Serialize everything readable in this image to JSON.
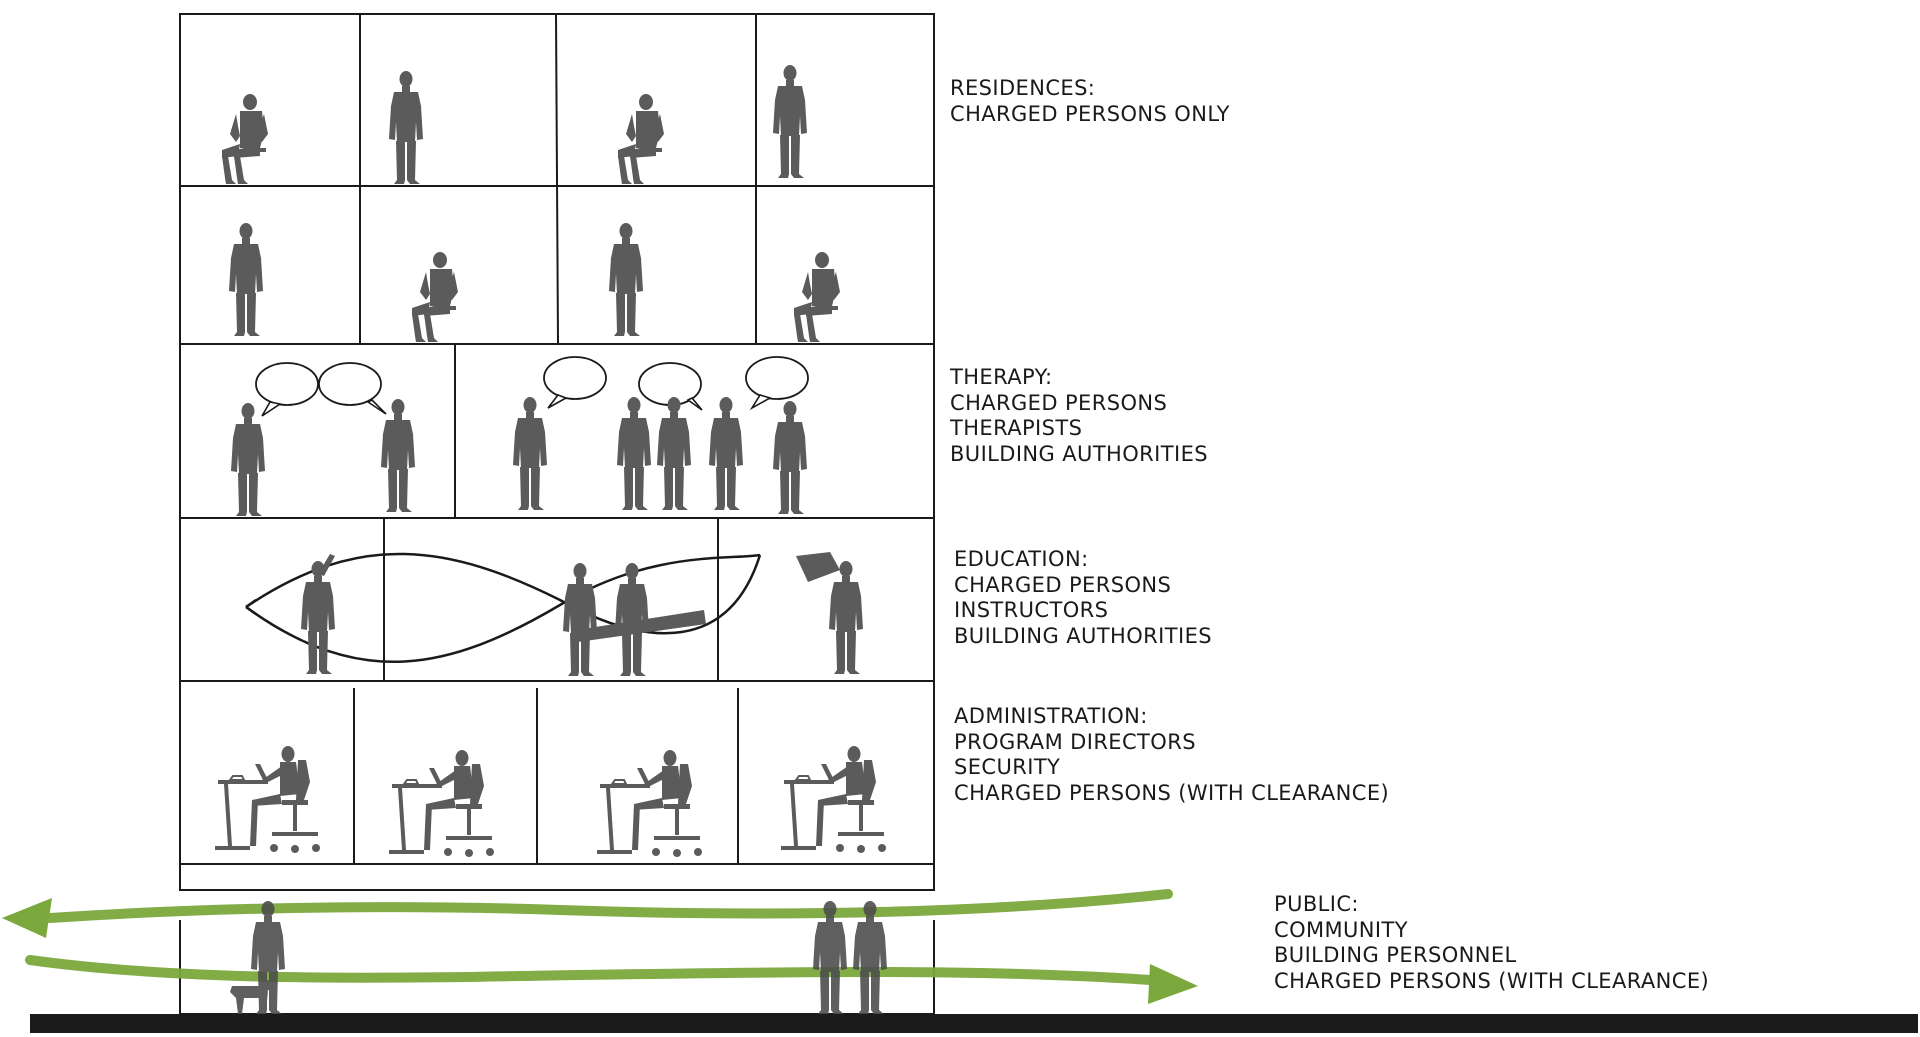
{
  "colors": {
    "line": "#1a1a1a",
    "figure": "#5b5b5b",
    "flow_arrow": "#7aa83c",
    "ground": "#1b1b1b",
    "background": "#ffffff"
  },
  "floors": [
    {
      "id": "residences",
      "heading": "RESIDENCES:",
      "occupants": [
        "CHARGED PERSONS ONLY"
      ],
      "figures": [
        "sitting-person-icon",
        "standing-person-icon"
      ]
    },
    {
      "id": "therapy",
      "heading": "THERAPY:",
      "occupants": [
        "CHARGED PERSONS",
        "THERAPISTS",
        "BUILDING AUTHORITIES"
      ],
      "figures": [
        "standing-person-icon",
        "speech-bubble-icon"
      ]
    },
    {
      "id": "education",
      "heading": "EDUCATION:",
      "occupants": [
        "CHARGED PERSONS",
        "INSTRUCTORS",
        "BUILDING AUTHORITIES"
      ],
      "figures": [
        "worker-person-icon",
        "carrying-beam-icon"
      ]
    },
    {
      "id": "administration",
      "heading": "ADMINISTRATION:",
      "occupants": [
        "PROGRAM DIRECTORS",
        "SECURITY",
        "CHARGED PERSONS (WITH CLEARANCE)"
      ],
      "figures": [
        "desk-worker-icon"
      ]
    },
    {
      "id": "public",
      "heading": "PUBLIC:",
      "occupants": [
        "COMMUNITY",
        "BUILDING PERSONNEL",
        "CHARGED PERSONS (WITH CLEARANCE)"
      ],
      "figures": [
        "person-walking-dog-icon",
        "couple-walking-icon",
        "flow-arrow-left-icon",
        "flow-arrow-right-icon"
      ]
    }
  ]
}
